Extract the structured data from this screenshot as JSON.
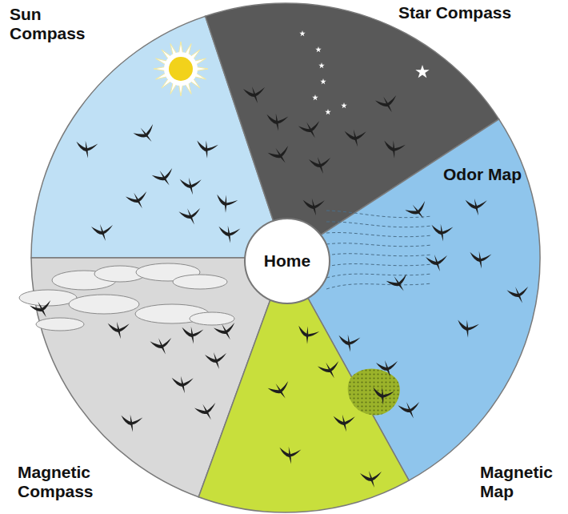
{
  "diagram": {
    "nodes": [
      {
        "text": [
          "Sun Compass"
        ]
      },
      {
        "text": [
          "Star Compass"
        ]
      },
      {
        "text": [
          "Home"
        ]
      },
      {
        "text": [
          "Odor Map"
        ]
      },
      {
        "text": [
          "Magnetic Compass"
        ]
      },
      {
        "text": [
          "Magnetic Map"
        ]
      }
    ]
  }
}
